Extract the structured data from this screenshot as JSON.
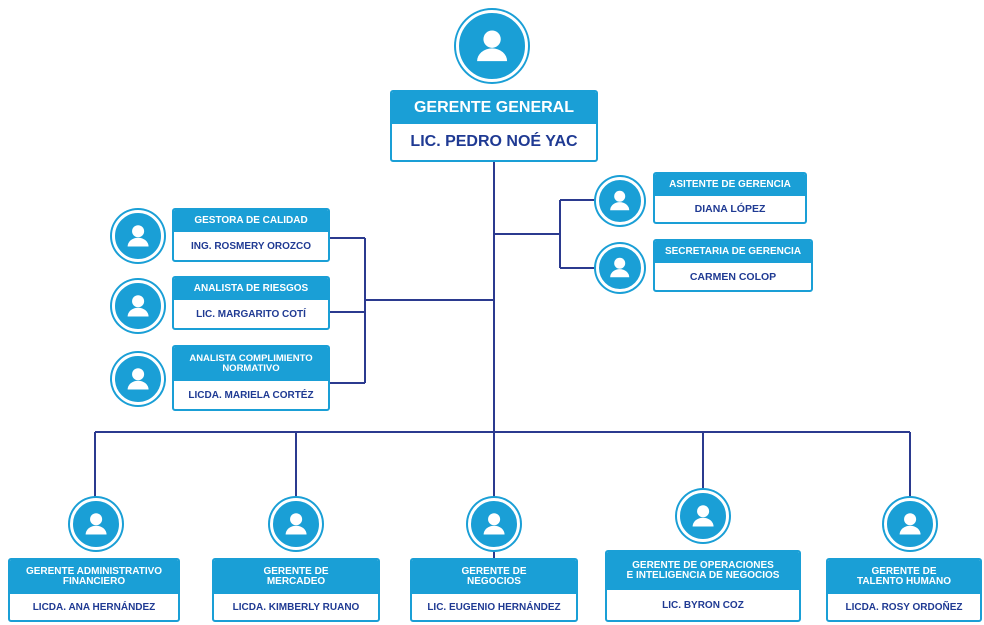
{
  "colors": {
    "accent": "#1a9fd6",
    "name_text": "#1f3a93",
    "connector": "#2b3a8f"
  },
  "general": {
    "title": "GERENTE GENERAL",
    "name": "LIC. PEDRO NOÉ YAC",
    "icon": "user-avatar-icon"
  },
  "staff_left": [
    {
      "title": "GESTORA DE CALIDAD",
      "name": "ING. ROSMERY OROZCO",
      "icon": "user-avatar-icon"
    },
    {
      "title": "ANALISTA DE RIESGOS",
      "name": "LIC. MARGARITO COTÍ",
      "icon": "user-avatar-icon"
    },
    {
      "title": "ANALISTA COMPLIMIENTO\nNORMATIVO",
      "name": "LICDA. MARIELA CORTÉZ",
      "icon": "user-avatar-icon"
    }
  ],
  "staff_right": [
    {
      "title": "ASITENTE DE GERENCIA",
      "name": "DIANA LÓPEZ",
      "icon": "user-avatar-icon"
    },
    {
      "title": "SECRETARIA DE GERENCIA",
      "name": "CARMEN COLOP",
      "icon": "user-avatar-icon"
    }
  ],
  "managers": [
    {
      "title": "GERENTE ADMINISTRATIVO\nFINANCIERO",
      "name": "LICDA. ANA HERNÁNDEZ",
      "icon": "user-avatar-icon"
    },
    {
      "title": "GERENTE DE\nMERCADEO",
      "name": "LICDA. KIMBERLY RUANO",
      "icon": "user-avatar-icon"
    },
    {
      "title": "GERENTE DE\nNEGOCIOS",
      "name": "LIC. EUGENIO HERNÁNDEZ",
      "icon": "user-avatar-icon"
    },
    {
      "title": "GERENTE DE OPERACIONES\nE INTELIGENCIA DE NEGOCIOS",
      "name": "LIC. BYRON COZ",
      "icon": "user-avatar-icon"
    },
    {
      "title": "GERENTE DE\nTALENTO HUMANO",
      "name": "LICDA. ROSY ORDOÑEZ",
      "icon": "user-avatar-icon"
    }
  ]
}
